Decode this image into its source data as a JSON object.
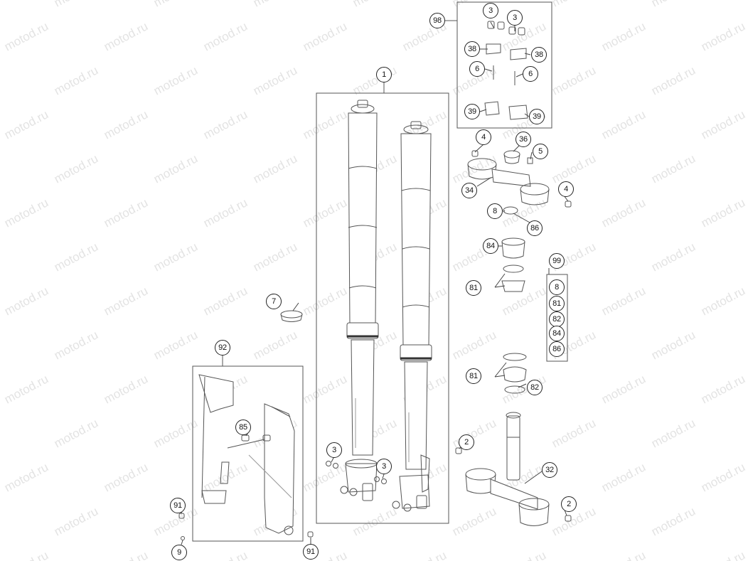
{
  "watermark": "motod.ru",
  "colors": {
    "line": "#555555",
    "ink": "#111111",
    "watermark": "#e3e3e3"
  },
  "callouts": {
    "c98": "98",
    "c3a": "3",
    "c3b": "3",
    "c38a": "38",
    "c38b": "38",
    "c6a": "6",
    "c6b": "6",
    "c39a": "39",
    "c39b": "39",
    "c1": "1",
    "c4a": "4",
    "c36": "36",
    "c5": "5",
    "c34": "34",
    "c4b": "4",
    "c8": "8",
    "c86": "86",
    "c84": "84",
    "c81a": "81",
    "c81b": "81",
    "c82": "82",
    "c7": "7",
    "c92": "92",
    "c85": "85",
    "c3c": "3",
    "c3d": "3",
    "c2a": "2",
    "c32": "32",
    "c2b": "2",
    "c91a": "91",
    "c9": "9",
    "c91b": "91"
  },
  "kit99": {
    "title": "99",
    "items": [
      "8",
      "81",
      "82",
      "84",
      "86"
    ]
  }
}
